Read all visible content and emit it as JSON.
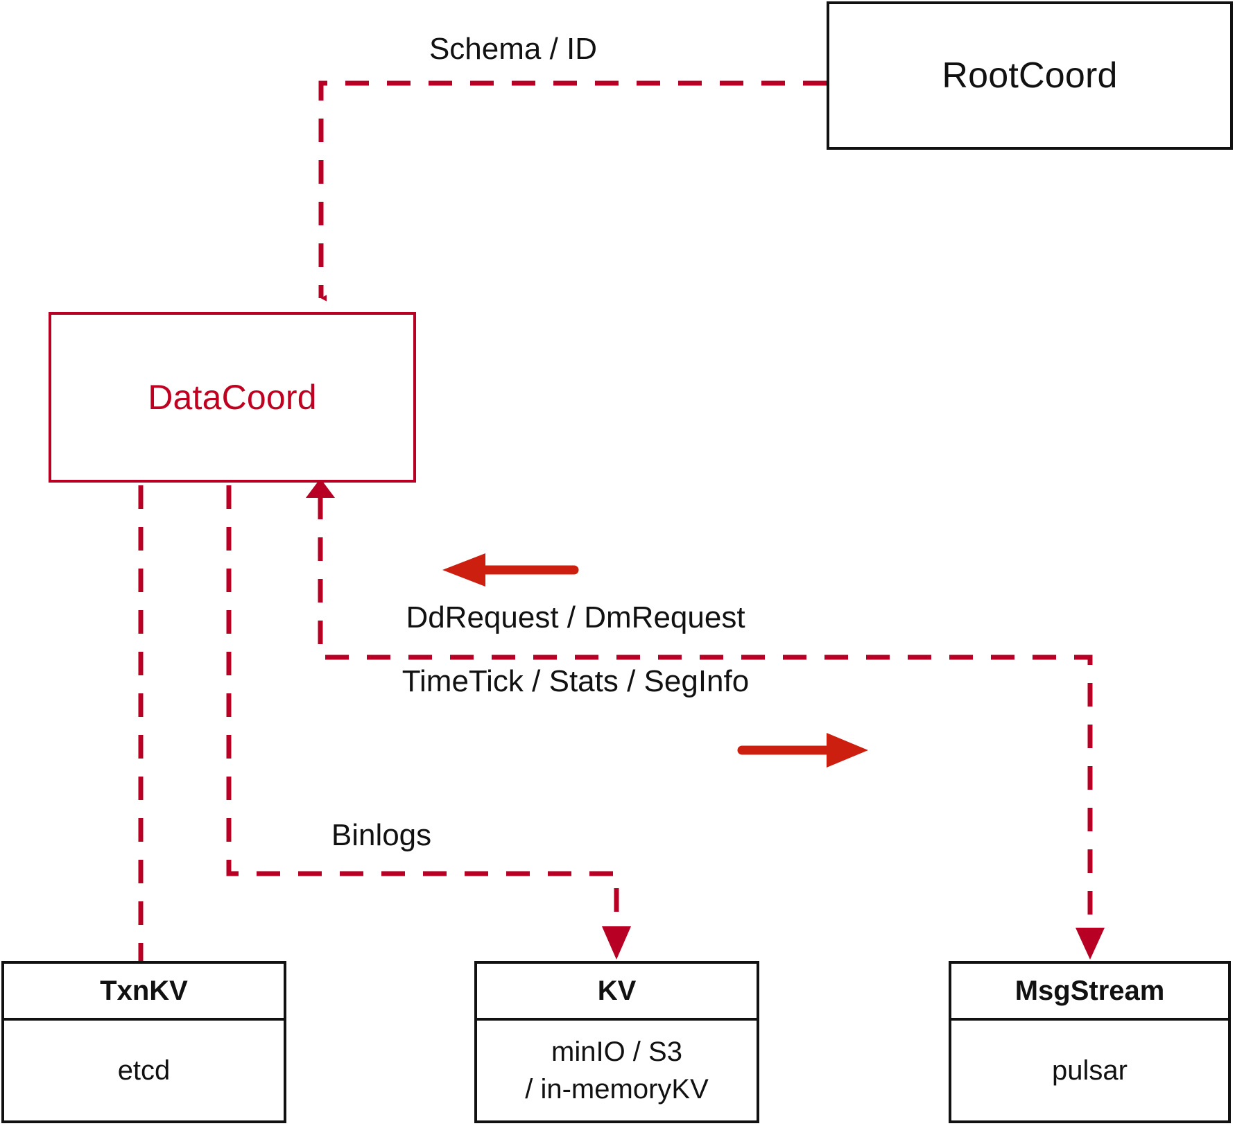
{
  "diagram": {
    "title": "DataCoord component interaction diagram",
    "colors": {
      "accent_red": "#C00020",
      "dash_red": "#B80024",
      "arrow_red": "#CC1F10",
      "box_black": "#111111",
      "background": "#FFFFFF"
    },
    "nodes": {
      "rootcoord": {
        "label": "RootCoord"
      },
      "datacoord": {
        "label": "DataCoord"
      },
      "txnkv": {
        "title": "TxnKV",
        "impl_line1": "etcd"
      },
      "kv": {
        "title": "KV",
        "impl_line1": "minIO / S3",
        "impl_line2": "/ in-memoryKV"
      },
      "msgstream": {
        "title": "MsgStream",
        "impl_line1": "pulsar"
      }
    },
    "edges": {
      "schema_id": {
        "label": "Schema / ID",
        "from": "RootCoord",
        "to": "DataCoord",
        "style": "dashed",
        "arrow": "down"
      },
      "dd_dm_request": {
        "label": "DdRequest / DmRequest",
        "from": "MsgStream",
        "to": "DataCoord",
        "style": "solid-arrow",
        "arrow": "left"
      },
      "timetick_stats_seginfo": {
        "label": "TimeTick / Stats / SegInfo",
        "from": "DataCoord",
        "to": "MsgStream",
        "style": "solid-arrow",
        "arrow": "right"
      },
      "binlogs": {
        "label": "Binlogs",
        "from": "DataCoord",
        "to": "KV",
        "style": "dashed",
        "arrow": "down"
      },
      "txnkv_link": {
        "label": "",
        "from": "DataCoord",
        "to": "TxnKV",
        "style": "dashed",
        "arrow": "none"
      }
    }
  }
}
